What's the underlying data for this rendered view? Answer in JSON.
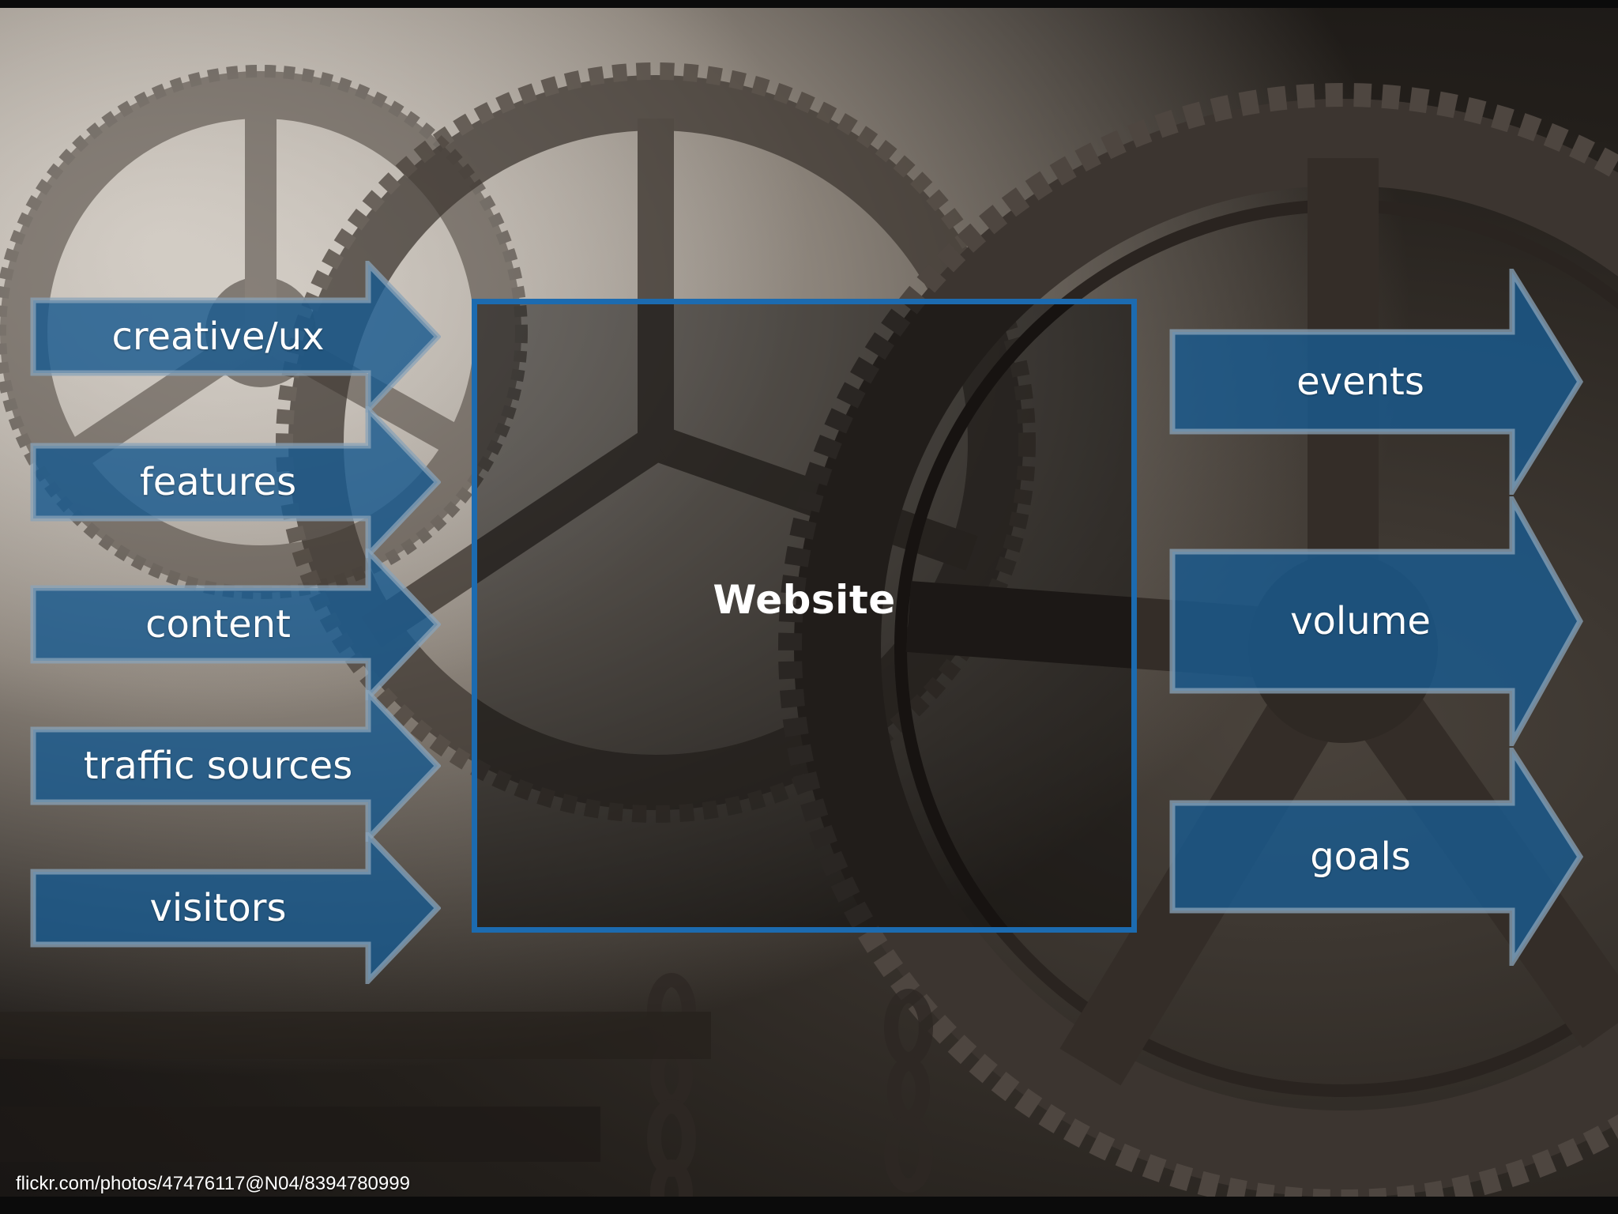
{
  "inputs": [
    {
      "label": "creative/ux"
    },
    {
      "label": "features"
    },
    {
      "label": "content"
    },
    {
      "label": "traffic sources"
    },
    {
      "label": "visitors"
    }
  ],
  "center": {
    "label": "Website"
  },
  "outputs": [
    {
      "label": "events"
    },
    {
      "label": "volume"
    },
    {
      "label": "goals"
    }
  ],
  "credit": "flickr.com/photos/47476117@N04/8394780999",
  "colors": {
    "arrow_fill": "#1a5a8f",
    "arrow_border": "#8aa3b8",
    "box_border": "#1c6bb0",
    "text": "#ffffff"
  }
}
